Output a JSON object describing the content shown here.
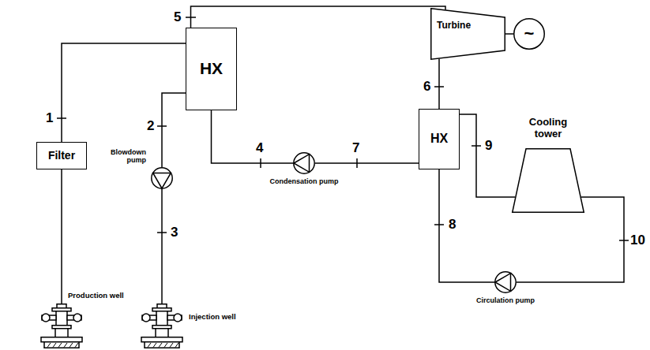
{
  "diagram": {
    "nodes": [
      {
        "text": [
          "Filter"
        ]
      },
      {
        "text": [
          "HX"
        ]
      },
      {
        "text": [
          "Turbine"
        ]
      },
      {
        "text": [
          "~"
        ]
      },
      {
        "text": [
          "HX"
        ]
      },
      {
        "text": [
          "Cooling tower"
        ]
      },
      {
        "text": [
          "Production well"
        ]
      },
      {
        "text": [
          "Blowdown pump"
        ]
      },
      {
        "text": [
          "Condensation pump"
        ]
      },
      {
        "text": [
          "Injection well"
        ]
      },
      {
        "text": [
          "Circulation pump"
        ]
      }
    ],
    "edges": [
      {
        "from": 6,
        "to": 0,
        "arrow": "none"
      },
      {
        "from": 0,
        "to": 1,
        "arrow": "none"
      },
      {
        "from": 1,
        "to": 7,
        "arrow": "none"
      },
      {
        "from": 7,
        "to": 9,
        "arrow": "none"
      },
      {
        "from": 1,
        "to": 2,
        "arrow": "none"
      },
      {
        "from": 2,
        "to": 3,
        "arrow": "none"
      },
      {
        "from": 2,
        "to": 4,
        "arrow": "none"
      },
      {
        "from": 4,
        "to": 8,
        "arrow": "none"
      },
      {
        "from": 8,
        "to": 1,
        "arrow": "none"
      },
      {
        "from": 4,
        "to": 5,
        "arrow": "none"
      },
      {
        "from": 5,
        "to": 10,
        "arrow": "none"
      },
      {
        "from": 10,
        "to": 4,
        "arrow": "none"
      }
    ],
    "labels": [
      "1",
      "2",
      "3",
      "4",
      "5",
      "6",
      "7",
      "8",
      "9",
      "10"
    ]
  }
}
